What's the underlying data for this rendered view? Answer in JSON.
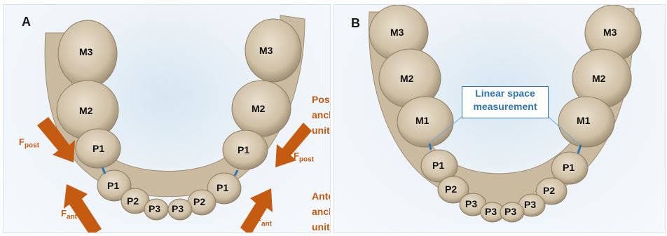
{
  "panels": {
    "a": {
      "label": "A",
      "teeth_left": [
        "M3",
        "M2",
        "P1",
        "P1",
        "P2",
        "P3"
      ],
      "teeth_right": [
        "M3",
        "M2",
        "P1",
        "P1",
        "P2",
        "P3"
      ],
      "posterior_label": [
        "Posterior",
        "anchorage",
        "unit"
      ],
      "anterior_label": [
        "Anterior",
        "anchorage",
        "unit"
      ],
      "force_post": {
        "base": "F",
        "sub": "post"
      },
      "force_ant": {
        "base": "F",
        "sub": "ant"
      }
    },
    "b": {
      "label": "B",
      "teeth_left": [
        "M3",
        "M2",
        "M1",
        "P1",
        "P2",
        "P3"
      ],
      "teeth_right": [
        "M3",
        "M2",
        "M1",
        "P1",
        "P2",
        "P3"
      ],
      "callout": [
        "Linear space",
        "measurement"
      ]
    }
  },
  "colors": {
    "tooth_fill": "#d8cbb5",
    "tooth_shadow": "#a8997f",
    "force_arrow": "#c55a11",
    "gap_arrow": "#2e75b6",
    "callout_border": "#2e75b6"
  }
}
